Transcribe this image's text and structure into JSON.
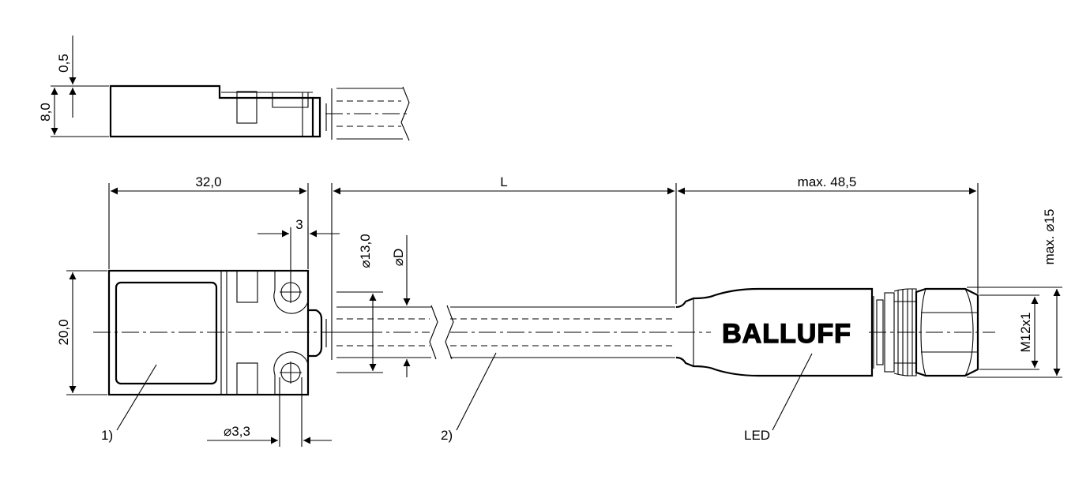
{
  "dimensions": {
    "top_thickness": "0,5",
    "height": "8,0",
    "length": "32,0",
    "cable_length": "L",
    "connector_length": "max. 48,5",
    "hole_offset": "3",
    "slot_diameter": "13,0",
    "cable_diameter": "D",
    "connector_diameter": "15",
    "connector_diameter_prefix": "max.",
    "width": "20,0",
    "hole_diameter": "3,3",
    "thread": "M12x1",
    "diameter_symbol": "⌀"
  },
  "callouts": {
    "sensor": "1)",
    "cable": "2)",
    "led": "LED"
  },
  "logo_text": "BALLUFF"
}
